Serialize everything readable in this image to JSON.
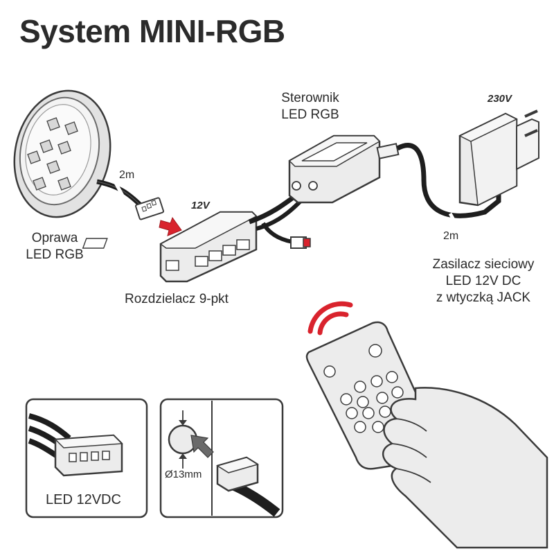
{
  "title": "System MINI-RGB",
  "labels": {
    "controller_line1": "Sterownik",
    "controller_line2": "LED RGB",
    "fixture_line1": "Oprawa",
    "fixture_line2": "LED RGB",
    "splitter": "Rozdzielacz 9-pkt",
    "psu_line1": "Zasilacz sieciowy",
    "psu_line2": "LED 12V DC",
    "psu_line3": "z wtyczką JACK",
    "voltage_12v": "12V",
    "voltage_230v": "230V",
    "cable_fixture": "2m",
    "cable_psu": "2m"
  },
  "panels": {
    "left_label": "LED 12VDC",
    "right_diameter": "Ø13mm"
  },
  "colors": {
    "accent_red": "#d9232d",
    "outline": "#3a3a3a",
    "fill_light": "#ededed",
    "cable": "#1e1e1e"
  }
}
